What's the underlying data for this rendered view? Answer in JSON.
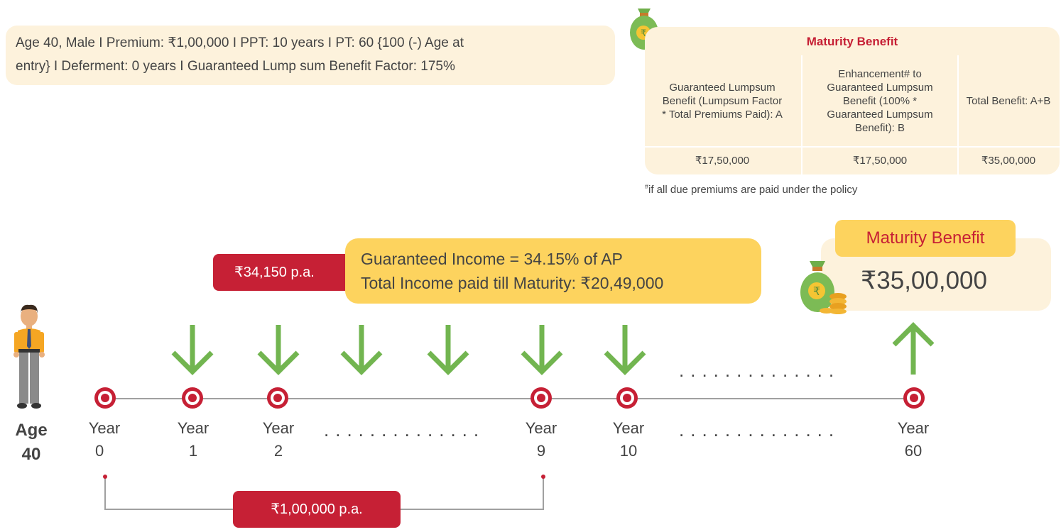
{
  "info": {
    "line1": "Age 40, Male  I  Premium: ₹1,00,000  I  PPT: 10 years  I  PT: 60 {100 (-) Age at",
    "line2": "entry} I Deferment: 0 years  I  Guaranteed Lump sum Benefit Factor: 175%"
  },
  "maturity_table": {
    "title": "Maturity Benefit",
    "columns": [
      {
        "header": "Guaranteed Lumpsum Benefit (Lumpsum Factor * Total Premiums Paid): A",
        "value": "₹17,50,000"
      },
      {
        "header": "Enhancement# to Guaranteed Lumpsum Benefit (100% * Guaranteed Lumpsum Benefit): B",
        "value": "₹17,50,000"
      },
      {
        "header": "Total Benefit: A+B",
        "value": "₹35,00,000"
      }
    ],
    "footnote_mark": "#",
    "footnote": "if all due premiums are paid under the policy"
  },
  "income": {
    "pill": "₹34,150 p.a.",
    "line1": "Guaranteed Income = 34.15% of AP",
    "line2": "Total Income paid till Maturity: ₹20,49,000"
  },
  "maturity": {
    "label": "Maturity Benefit",
    "amount": "₹35,00,000"
  },
  "timeline": {
    "age_word": "Age",
    "age_value": "40",
    "points": [
      {
        "word": "Year",
        "num": "0"
      },
      {
        "word": "Year",
        "num": "1"
      },
      {
        "word": "Year",
        "num": "2"
      },
      {
        "word": "Year",
        "num": "9"
      },
      {
        "word": "Year",
        "num": "10"
      },
      {
        "word": "Year",
        "num": "60"
      }
    ],
    "ellipsis": "..............",
    "premium": "₹1,00,000 p.a."
  },
  "colors": {
    "red": "#c62035",
    "green": "#72b550",
    "yellow": "#fdd35e",
    "cream": "#fdf2dc"
  },
  "icons": [
    "money-bag-icon",
    "person-icon",
    "down-arrow-icon",
    "up-arrow-icon",
    "timeline-marker-icon"
  ]
}
